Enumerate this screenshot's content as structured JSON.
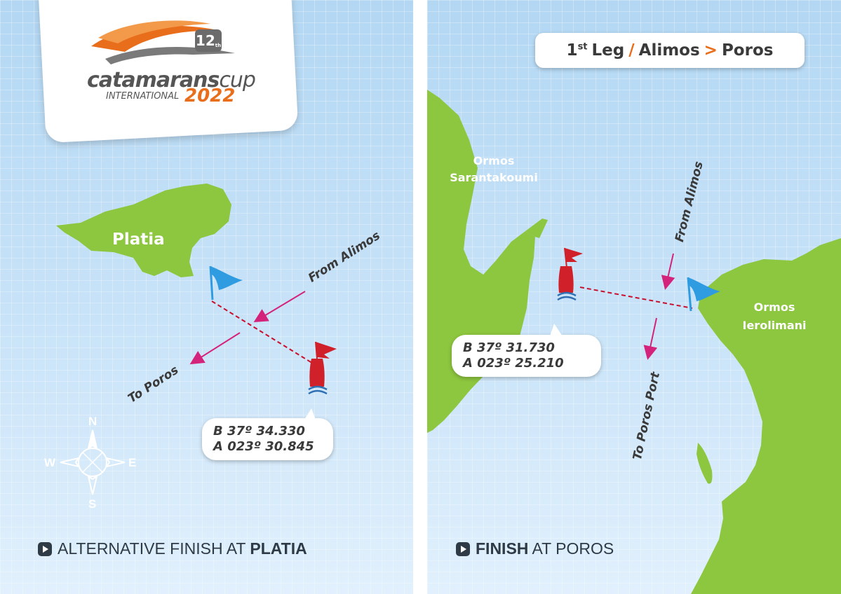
{
  "logo": {
    "edition": "12",
    "edition_suffix": "th",
    "brand_main": "catamarans",
    "brand_cup": "cup",
    "subtitle": "INTERNATIONAL",
    "year": "2022"
  },
  "leg_header": {
    "leg_number": "1",
    "leg_suffix": "st",
    "leg_word": "Leg",
    "separator": "/",
    "from": "Alimos",
    "arrow": ">",
    "to": "Poros"
  },
  "left_map": {
    "island_label": "Platia",
    "route_from": "From Alimos",
    "route_to": "To Poros",
    "buoy_coords": {
      "line1": "B 37º 34.330",
      "line2": "A 023º 30.845"
    },
    "compass": {
      "north": "N",
      "south": "S",
      "east": "E",
      "west": "W"
    },
    "footer": {
      "prefix": "ALTERNATIVE FINISH AT ",
      "emphasis": "PLATIA"
    }
  },
  "right_map": {
    "label_west_line1": "Ormos",
    "label_west_line2": "Sarantakoumi",
    "label_east_line1": "Ormos",
    "label_east_line2": "Ierolimani",
    "route_from": "From Alimos",
    "route_to": "To Poros Port",
    "buoy_coords": {
      "line1": "B 37º 31.730",
      "line2": "A 023º 25.210"
    },
    "footer": {
      "emphasis": "FINISH",
      "suffix": " AT POROS"
    }
  },
  "colors": {
    "land": "#8dc63f",
    "sea": "#c9e3f8",
    "route_arrow": "#d4237a",
    "finish_line": "#c8102e",
    "blue_flag": "#2f9be0",
    "red_buoy": "#d0202a",
    "brand_orange": "#e86e1c"
  },
  "icons": [
    "blue-flag-icon",
    "red-buoy-icon",
    "compass-rose-icon",
    "play-square-icon"
  ]
}
